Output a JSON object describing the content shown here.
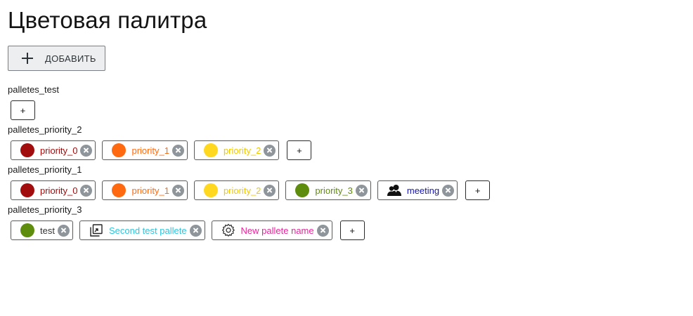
{
  "page": {
    "title": "Цветовая палитра"
  },
  "toolbar": {
    "add_label": "ДОБАВИТЬ"
  },
  "groups": [
    {
      "title": "palletes_test",
      "chips": [],
      "plus_label": "+"
    },
    {
      "title": "palletes_priority_2",
      "plus_label": "+",
      "chips": [
        {
          "label": "priority_0",
          "color": "#a10c0c",
          "icon": "circle"
        },
        {
          "label": "priority_1",
          "color": "#ff6a10",
          "icon": "circle"
        },
        {
          "label": "priority_2",
          "color": "#ffd81f",
          "icon": "circle"
        }
      ]
    },
    {
      "title": "palletes_priority_1",
      "plus_label": "+",
      "chips": [
        {
          "label": "priority_0",
          "color": "#a10c0c",
          "icon": "circle"
        },
        {
          "label": "priority_1",
          "color": "#ff6a10",
          "icon": "circle"
        },
        {
          "label": "priority_2",
          "color": "#ffd81f",
          "icon": "circle"
        },
        {
          "label": "priority_3",
          "color": "#5e8c0c",
          "icon": "circle"
        },
        {
          "label": "meeting",
          "color": "#1414b4",
          "icon": "people-icon"
        }
      ]
    },
    {
      "title": "palletes_priority_3",
      "plus_label": "+",
      "chips": [
        {
          "label": "test",
          "color": "#5e8c0c",
          "icon": "circle",
          "label_color": "#333333"
        },
        {
          "label": "Second test pallete",
          "color": "#2ec4dc",
          "icon": "gallery-icon"
        },
        {
          "label": "New pallete name",
          "color": "#e8249c",
          "icon": "gear-icon"
        }
      ]
    }
  ]
}
